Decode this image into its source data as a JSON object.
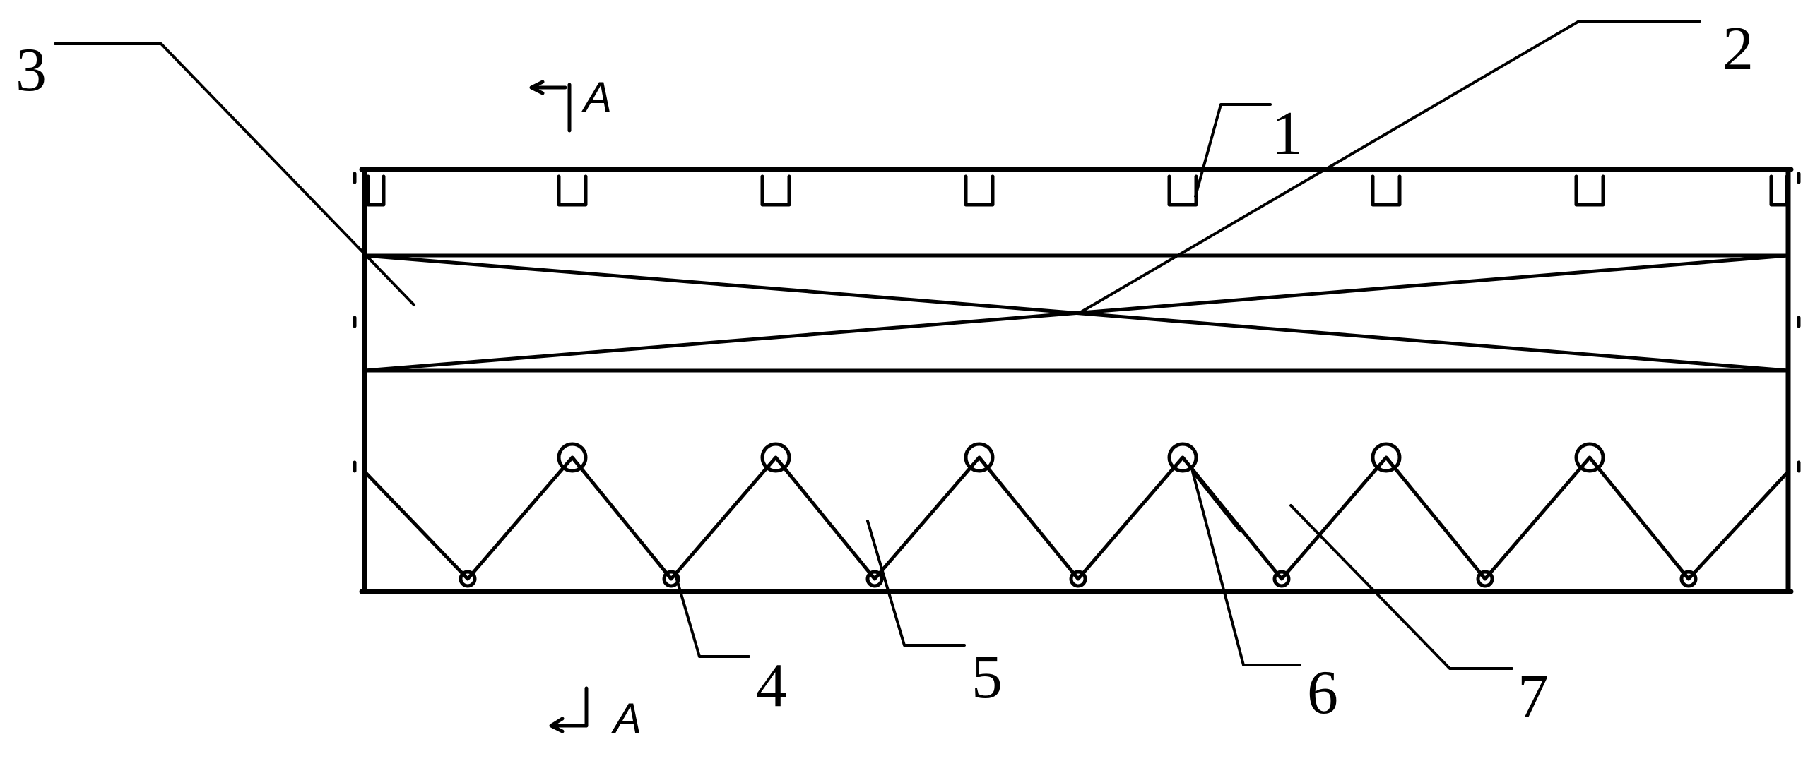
{
  "labels": {
    "l1": "1",
    "l2": "2",
    "l3": "3",
    "l4": "4",
    "l5": "5",
    "l6": "6",
    "l7": "7"
  },
  "section": {
    "top": "A",
    "bottom": "A"
  },
  "colors": {
    "line": "#000000",
    "background": "#ffffff"
  }
}
